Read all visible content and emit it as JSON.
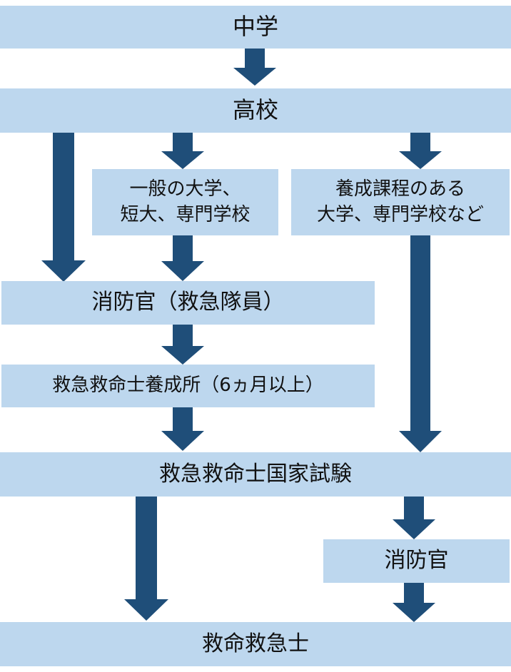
{
  "diagram": {
    "colors": {
      "box_fill": "#bdd7ee",
      "arrow_fill": "#1f4e79",
      "text": "#111111"
    },
    "nodes": {
      "junior_high": "中学",
      "high_school": "高校",
      "general_univ_line1": "一般の大学、",
      "general_univ_line2": "短大、専門学校",
      "training_course_line1": "養成課程のある",
      "training_course_line2": "大学、専門学校など",
      "firefighter_ems": "消防官（救急隊員）",
      "training_institute": "救急救命士養成所（6ヵ月以上）",
      "national_exam": "救急救命士国家試験",
      "firefighter": "消防官",
      "paramedic": "救命救急士"
    }
  }
}
